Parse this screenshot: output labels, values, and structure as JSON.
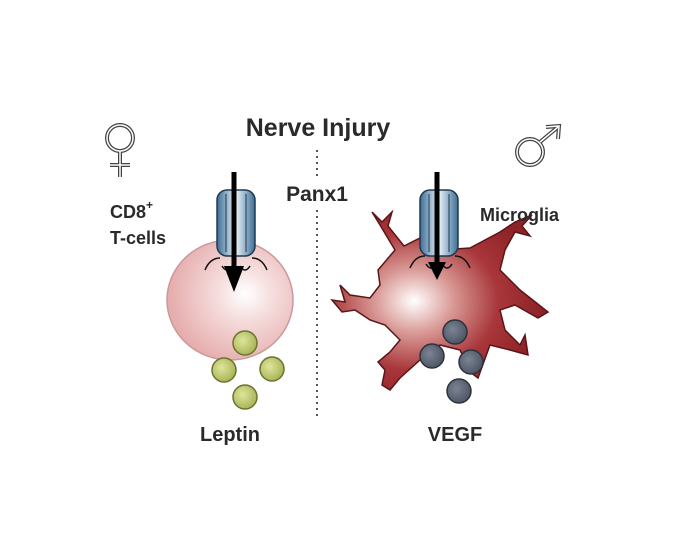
{
  "title": "Nerve Injury",
  "channel_label": "Panx1",
  "left": {
    "symbol": "female-symbol",
    "cell_label_main": "CD8",
    "cell_label_sup": "+",
    "cell_label_line2": "T-cells",
    "secreted_label": "Leptin",
    "cell_color": "#e8b5b5",
    "vesicle_color": "#b9c46a"
  },
  "right": {
    "symbol": "male-symbol",
    "cell_label": "Microglia",
    "secreted_label": "VEGF",
    "cell_color": "#9e2b2f",
    "vesicle_color": "#5b6472"
  }
}
